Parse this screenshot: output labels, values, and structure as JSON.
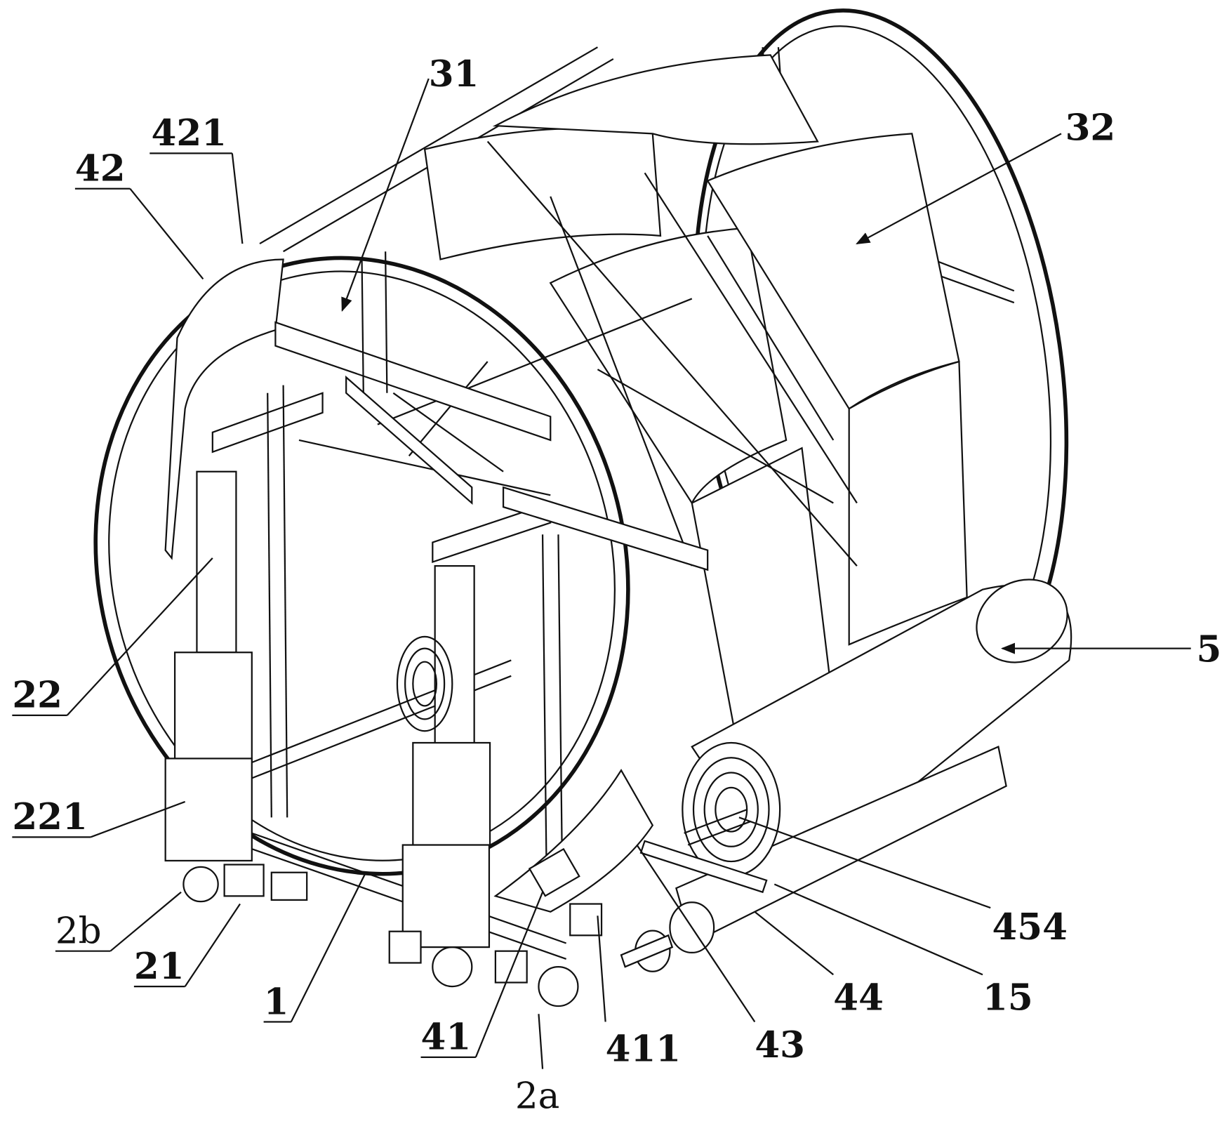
{
  "figure": {
    "labels": {
      "l31": "31",
      "l32": "32",
      "l421": "421",
      "l42": "42",
      "l5": "5",
      "l22": "22",
      "l221": "221",
      "l2b": "2b",
      "l21": "21",
      "l1": "1",
      "l41": "41",
      "l2a": "2a",
      "l411": "411",
      "l43": "43",
      "l44": "44",
      "l15": "15",
      "l454": "454"
    }
  }
}
